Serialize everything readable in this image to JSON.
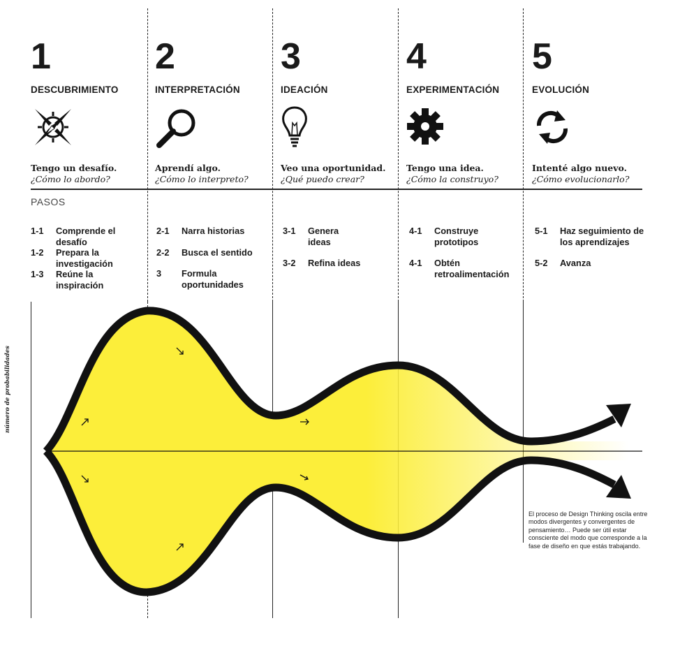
{
  "phases": [
    {
      "number": "1",
      "name": "DESCUBRIMIENTO",
      "icon": "compass-icon",
      "q1": "Tengo un desafío.",
      "q2": "¿Cómo lo abordo?",
      "steps": [
        {
          "code": "1-1",
          "text": "Comprende el desafío"
        },
        {
          "code": "1-2",
          "text": "Prepara la investigación"
        },
        {
          "code": "1-3",
          "text": "Reúne la inspiración"
        }
      ]
    },
    {
      "number": "2",
      "name": "INTERPRETACIÓN",
      "icon": "magnifier-icon",
      "q1": "Aprendí algo.",
      "q2": "¿Cómo lo interpreto?",
      "steps": [
        {
          "code": "2-1",
          "text": "Narra historias"
        },
        {
          "code": "2-2",
          "text": "Busca el sentido"
        },
        {
          "code": "3",
          "text": "Formula oportunidades"
        }
      ]
    },
    {
      "number": "3",
      "name": "IDEACIÓN",
      "icon": "lightbulb-icon",
      "q1": "Veo una oportunidad.",
      "q2": "¿Qué puedo crear?",
      "steps": [
        {
          "code": "3-1",
          "text": "Genera ideas"
        },
        {
          "code": "3-2",
          "text": "Refina ideas"
        }
      ]
    },
    {
      "number": "4",
      "name": "EXPERIMENTACIÓN",
      "icon": "gear-icon",
      "q1": "Tengo una idea.",
      "q2": "¿Cómo la construyo?",
      "steps": [
        {
          "code": "4-1",
          "text": "Construye prototipos"
        },
        {
          "code": "4-1",
          "text": "Obtén retroalimentación"
        }
      ]
    },
    {
      "number": "5",
      "name": "EVOLUCIÓN",
      "icon": "refresh-icon",
      "q1": "Intenté algo nuevo.",
      "q2": "¿Cómo evolucionarlo?",
      "steps": [
        {
          "code": "5-1",
          "text": "Haz seguimiento de los aprendizajes"
        },
        {
          "code": "5-2",
          "text": "Avanza"
        }
      ]
    }
  ],
  "steps_heading": "PASOS",
  "y_axis_label": "número de probabilidades",
  "note": "El proceso de Design Thinking oscila entre modos divergentes y convergentes de pensamiento… Puede ser útil estar consciente del modo que corresponde a la fase de diseño en que estás trabajando.",
  "colors": {
    "fill": "#fcee3a",
    "stroke": "#111111",
    "text": "#1a1a1a"
  }
}
